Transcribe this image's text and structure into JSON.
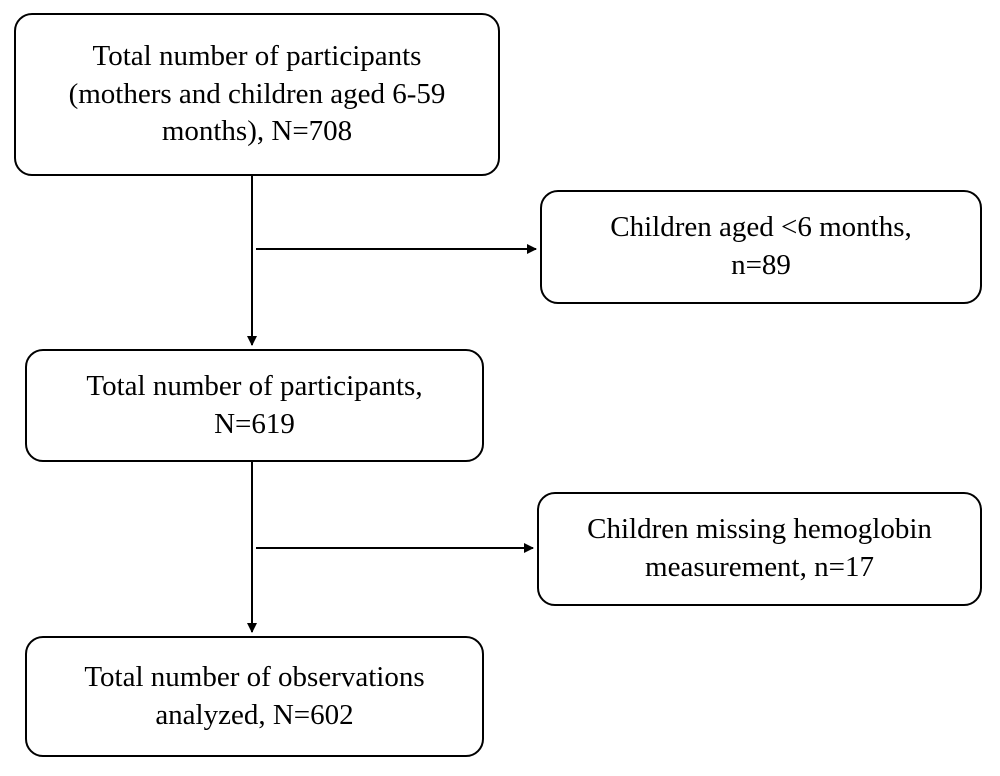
{
  "flowchart": {
    "total": {
      "line1": "Total number of participants",
      "line2": "(mothers and children aged 6-59",
      "line3": "months), N=708"
    },
    "exclusion_1": {
      "line1": "Children aged <6 months,",
      "line2": "n=89"
    },
    "remaining": {
      "line1": "Total number of participants,",
      "line2": "N=619"
    },
    "exclusion_2": {
      "line1": "Children missing hemoglobin",
      "line2": "measurement, n=17"
    },
    "analyzed": {
      "line1": "Total number of observations",
      "line2": "analyzed, N=602"
    }
  }
}
